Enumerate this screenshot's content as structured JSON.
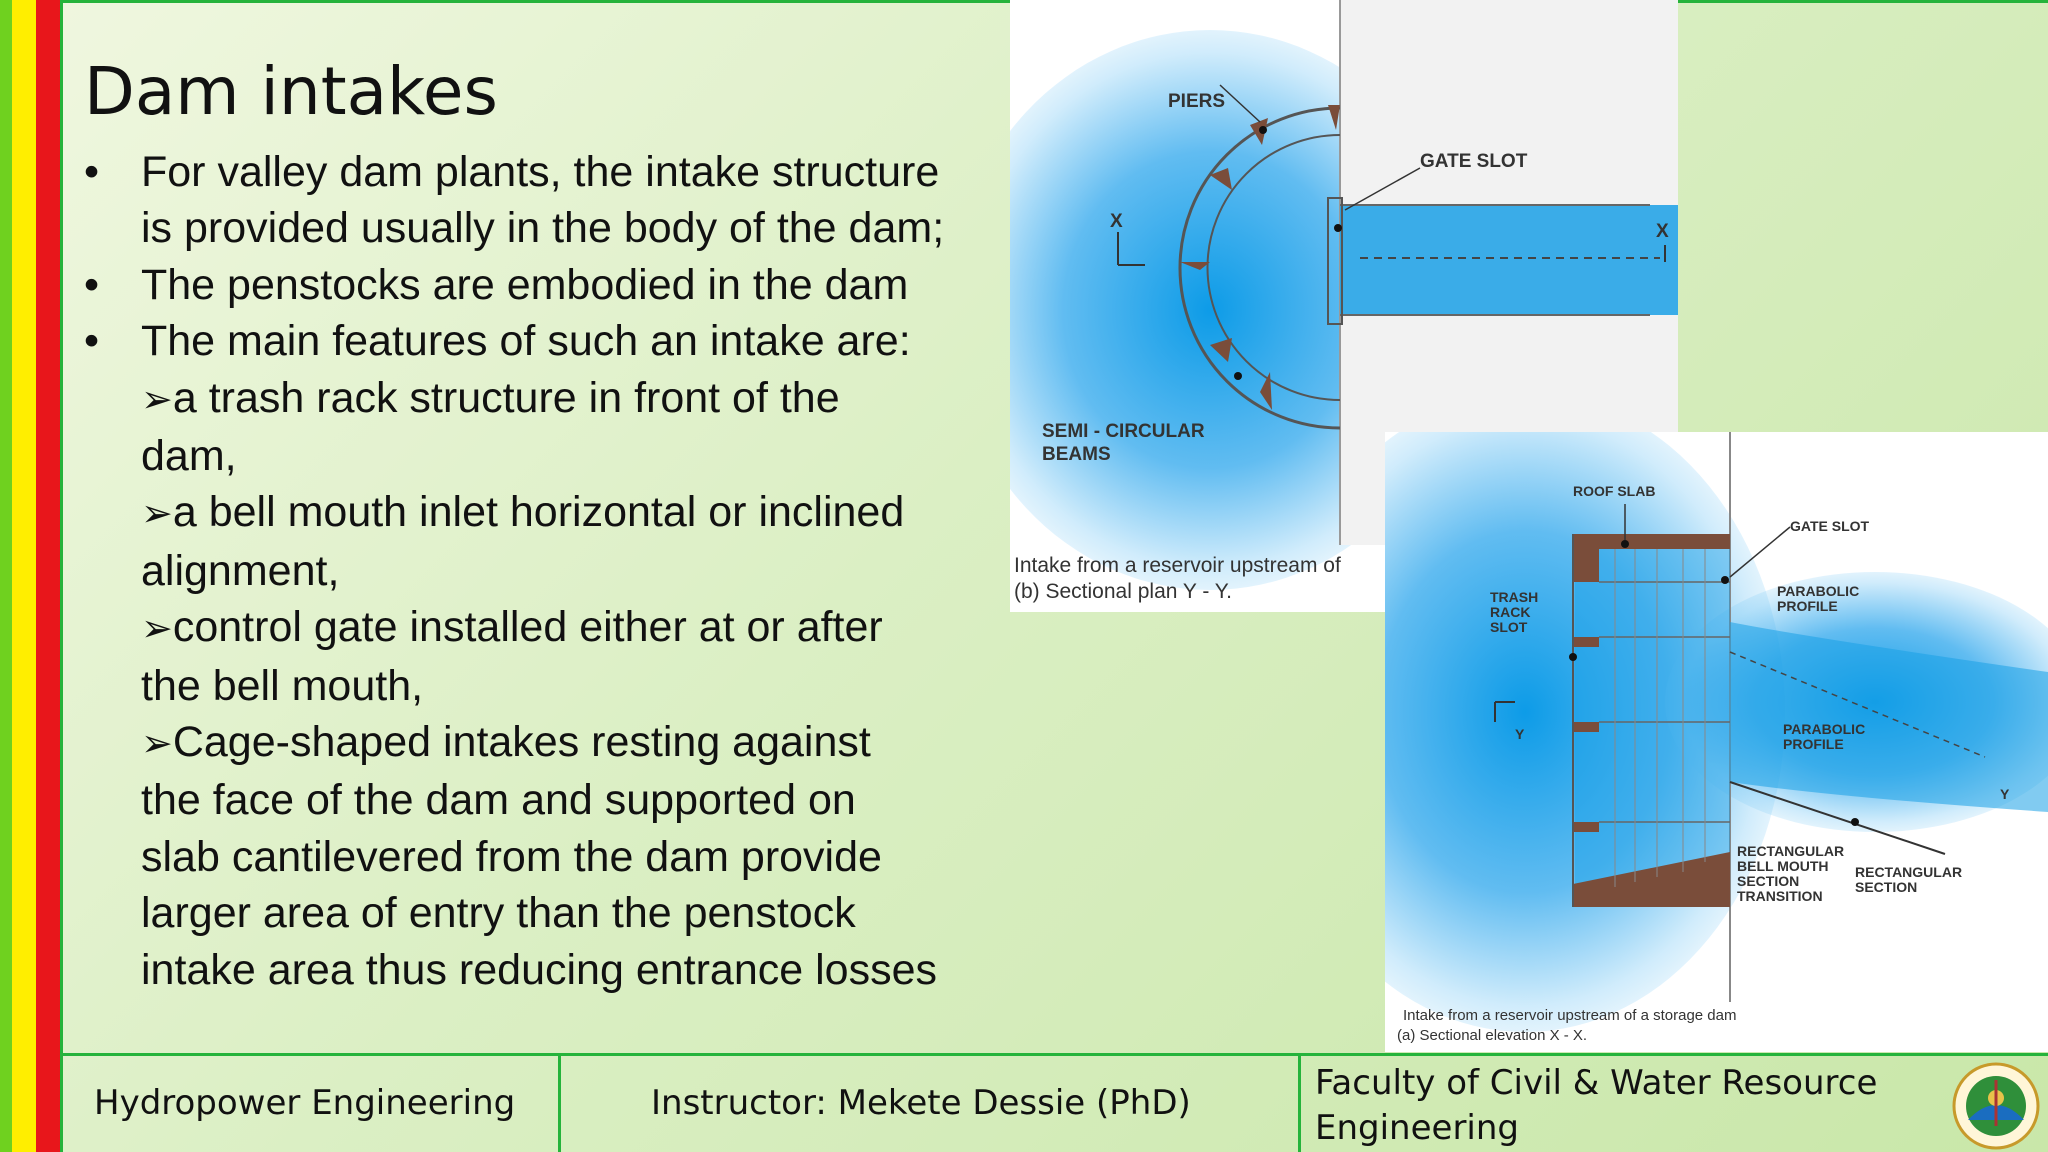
{
  "title": "Dam intakes",
  "bullets": [
    {
      "dot": "•",
      "lines": [
        "For valley dam plants, the intake structure",
        "is provided usually in the body of the dam;"
      ]
    },
    {
      "dot": "•",
      "lines": [
        "The penstocks are embodied in the dam"
      ]
    },
    {
      "dot": "•",
      "lines": [
        "The main features of such an intake are:"
      ]
    }
  ],
  "arrow_glyph": "➢",
  "features": [
    {
      "lines": [
        "a trash rack structure in front of the",
        "dam,"
      ]
    },
    {
      "lines": [
        "a bell mouth inlet horizontal or inclined",
        "alignment,"
      ]
    },
    {
      "lines": [
        "control gate installed either at or after",
        "the bell mouth,"
      ]
    },
    {
      "lines": [
        "Cage-shaped intakes resting against",
        "the face of the dam and supported on",
        "slab cantilevered from the dam provide",
        "larger area of entry than the penstock",
        "intake area thus reducing entrance losses"
      ]
    }
  ],
  "figure_plan": {
    "labels": {
      "piers": "PIERS",
      "gate_slot": "GATE SLOT",
      "beams_1": "SEMI - CIRCULAR",
      "beams_2": "BEAMS",
      "x_left": "X",
      "x_right": "X"
    },
    "caption_1": "Intake from a reservoir upstream of",
    "caption_2": "(b) Sectional plan Y - Y."
  },
  "figure_elevation": {
    "labels": {
      "roof_slab": "ROOF SLAB",
      "gate_slot": "GATE SLOT",
      "parabolic_1a": "PARABOLIC",
      "parabolic_1b": "PROFILE",
      "trash_1": "TRASH",
      "trash_2": "RACK",
      "trash_3": "SLOT",
      "parabolic_2a": "PARABOLIC",
      "parabolic_2b": "PROFILE",
      "y_left": "Y",
      "y_right": "Y",
      "rect_bell_1": "RECTANGULAR",
      "rect_bell_2": "BELL MOUTH",
      "rect_bell_3": "SECTION",
      "rect_bell_4": "TRANSITION",
      "rect_sec_1": "RECTANGULAR",
      "rect_sec_2": "SECTION"
    },
    "caption_1": "Intake from a reservoir upstream of a storage dam",
    "caption_2": "(a) Sectional elevation X - X."
  },
  "footer": {
    "course": "Hydropower Engineering",
    "instructor": "Instructor: Mekete Dessie (PhD)",
    "faculty_1": "Faculty of Civil & Water Resource",
    "faculty_2": "Engineering"
  },
  "colors": {
    "accent_green": "#25b33b",
    "stripe_green": "#6fd11f",
    "stripe_yellow": "#ffee00",
    "stripe_red": "#e8161b",
    "water_blue": "#1aa0e6"
  }
}
